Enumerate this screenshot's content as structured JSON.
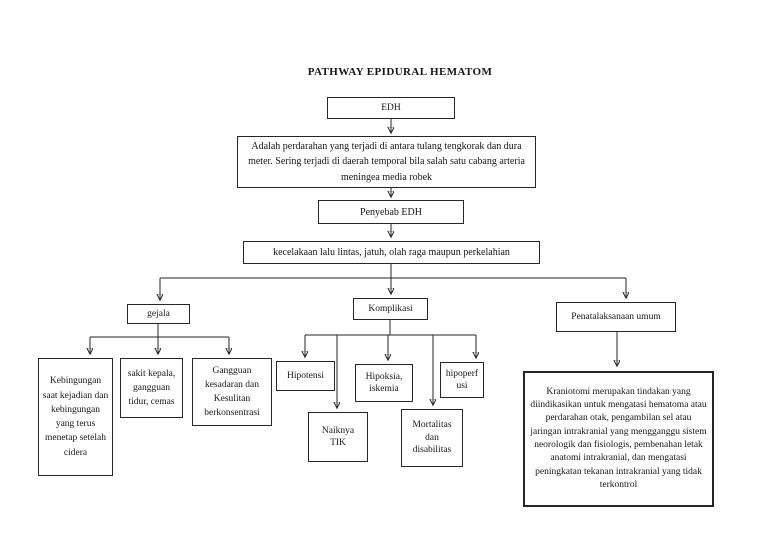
{
  "page": {
    "title": "PATHWAY EPIDURAL HEMATOM",
    "background_color": "#ffffff",
    "line_color": "#262626",
    "diagram_type": "flowchart"
  },
  "nodes": {
    "edh": "EDH",
    "definition": "Adalah perdarahan yang terjadi di antara tulang tengkorak dan dura meter. Sering terjadi di daerah temporal bila salah satu cabang arteria meningea media robek",
    "penyebab": "Penyebab EDH",
    "causes": "kecelakaan lalu lintas, jatuh, olah raga maupun perkelahian",
    "gejala": "gejala",
    "komplikasi": "Komplikasi",
    "penatalaksanaan": "Penatalaksanaan umum",
    "gejala_1": "Kebingungan saat kejadian dan kebingungan yang terus menetap setelah cidera",
    "gejala_2": "sakit kepala, gangguan tidur, cemas",
    "gejala_3": "Gangguan kesadaran dan Kesulitan berkonsentrasi",
    "hipotensi": "Hipotensi",
    "hipoksia_iskemia": "Hipoksia, iskemia",
    "hipoperfusi": "hipoperf usi",
    "naiknya_tik": "Naiknya TIK",
    "mortalitas_disabilitas": "Mortalitas dan disabilitas",
    "kraniotomi": "Kraniotomi merupakan tindakan yang diindikasikan untuk mengatasi hematoma atau perdarahan otak, pengambilan sel atau jaringan intrakranial yang mengganggu sistem neorologik dan fisiologis, pembenahan letak anatomi intrakranial, dan mengatasi peningkatan tekanan intrakranial yang tidak terkontrol"
  },
  "edges": [
    {
      "from": "edh",
      "to": "definition"
    },
    {
      "from": "definition",
      "to": "penyebab"
    },
    {
      "from": "penyebab",
      "to": "causes"
    },
    {
      "from": "causes",
      "to": "gejala"
    },
    {
      "from": "causes",
      "to": "komplikasi"
    },
    {
      "from": "causes",
      "to": "penatalaksanaan"
    },
    {
      "from": "gejala",
      "to": "gejala_1"
    },
    {
      "from": "gejala",
      "to": "gejala_2"
    },
    {
      "from": "gejala",
      "to": "gejala_3"
    },
    {
      "from": "komplikasi",
      "to": "hipotensi"
    },
    {
      "from": "komplikasi",
      "to": "hipoksia_iskemia"
    },
    {
      "from": "komplikasi",
      "to": "hipoperfusi"
    },
    {
      "from": "komplikasi",
      "to": "naiknya_tik"
    },
    {
      "from": "komplikasi",
      "to": "mortalitas_disabilitas"
    },
    {
      "from": "penatalaksanaan",
      "to": "kraniotomi"
    }
  ]
}
